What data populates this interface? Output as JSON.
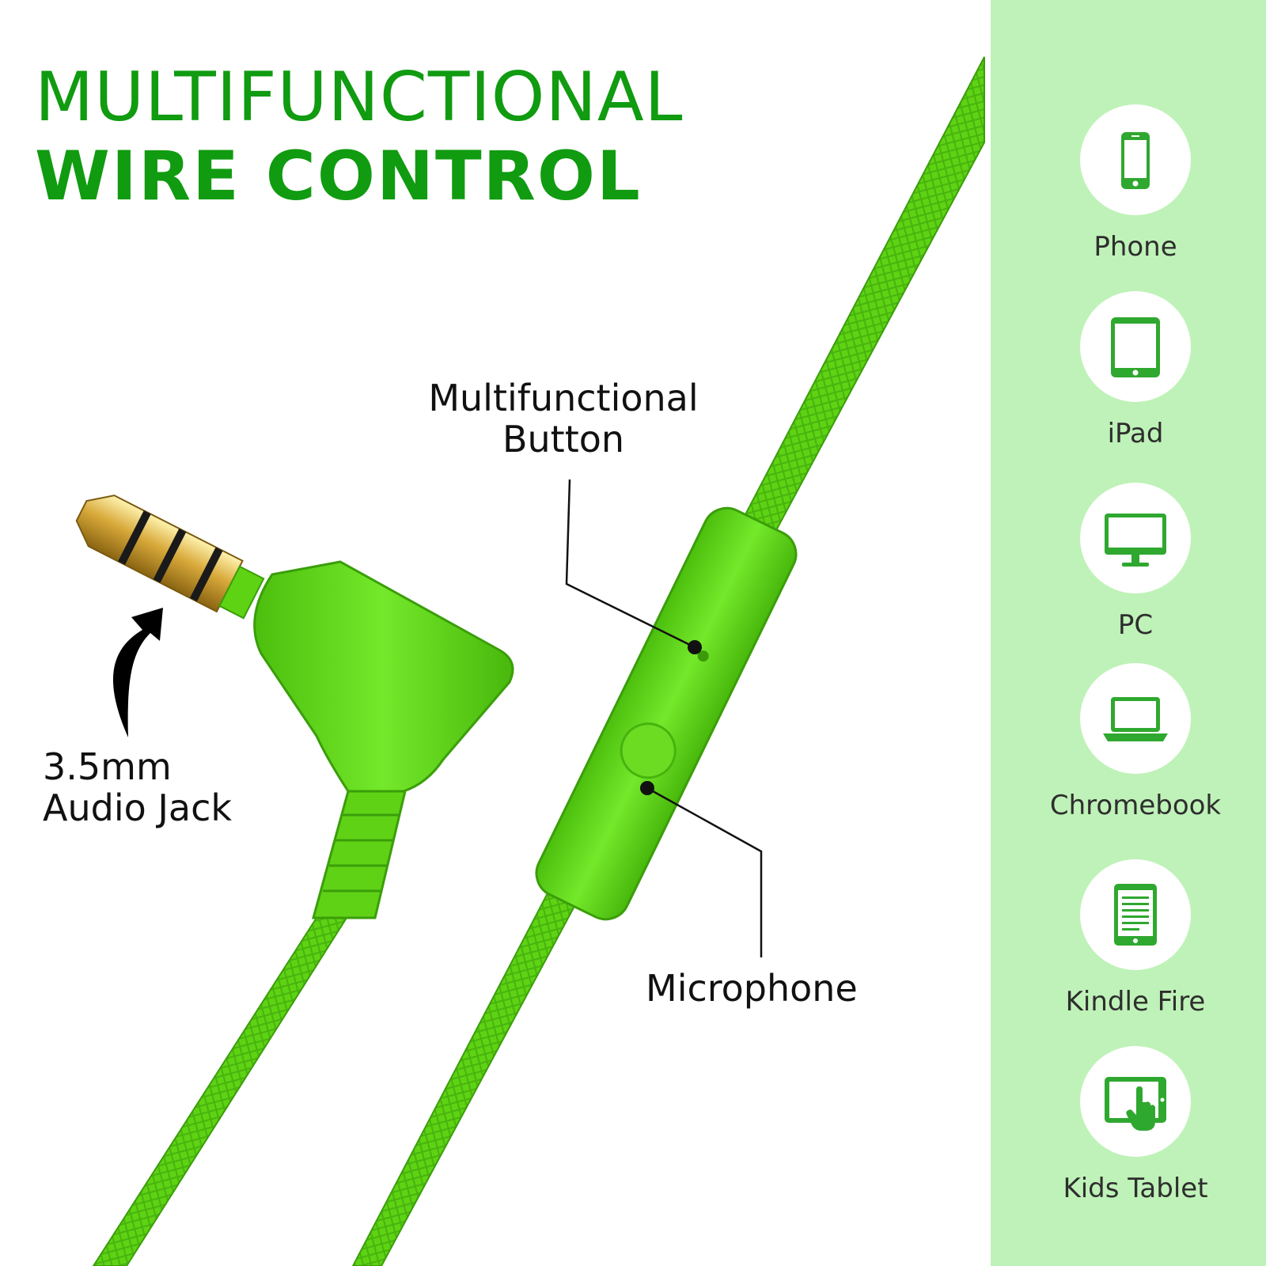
{
  "headline": {
    "line1": "MULTIFUNCTIONAL",
    "line2": "WIRE CONTROL"
  },
  "callouts": {
    "button": {
      "line1": "Multifunctional",
      "line2": "Button"
    },
    "jack": {
      "line1": "3.5mm",
      "line2": "Audio Jack"
    },
    "mic": "Microphone"
  },
  "devices": [
    {
      "label": "Phone",
      "icon": "phone-icon"
    },
    {
      "label": "iPad",
      "icon": "tablet-icon"
    },
    {
      "label": "PC",
      "icon": "monitor-icon"
    },
    {
      "label": "Chromebook",
      "icon": "laptop-icon"
    },
    {
      "label": "Kindle Fire",
      "icon": "ereader-icon"
    },
    {
      "label": "Kids Tablet",
      "icon": "touch-tablet-icon"
    }
  ],
  "colors": {
    "brand_green": "#109b10",
    "cable_green": "#5ed313",
    "sidebar_bg": "#bff2b8",
    "icon_green": "#2fa82f"
  }
}
